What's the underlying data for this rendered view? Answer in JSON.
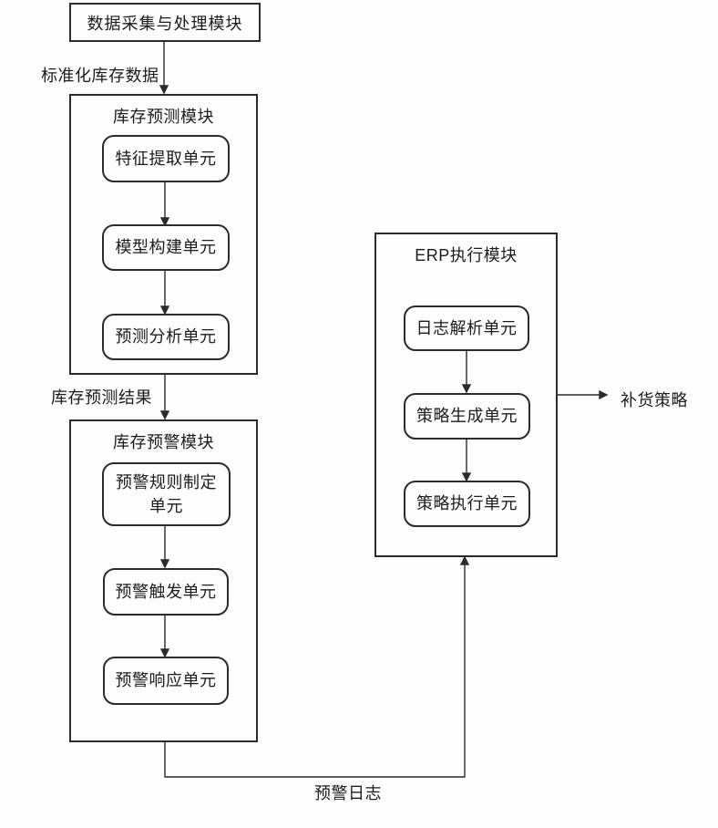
{
  "colors": {
    "background": "#fdfdfd",
    "line": "#2b2b2b",
    "text": "#1c1c1c"
  },
  "nodes": {
    "data_collection": {
      "label": "数据采集与处理模块"
    },
    "prediction": {
      "title": "库存预测模块",
      "units": [
        "特征提取单元",
        "模型构建单元",
        "预测分析单元"
      ]
    },
    "warning": {
      "title": "库存预警模块",
      "units": [
        "预警规则制定单元",
        "预警触发单元",
        "预警响应单元"
      ]
    },
    "erp": {
      "title": "ERP执行模块",
      "units": [
        "日志解析单元",
        "策略生成单元",
        "策略执行单元"
      ]
    }
  },
  "labels": {
    "standardized_inventory_data": "标准化库存数据",
    "inventory_prediction_result": "库存预测结果",
    "replenishment_strategy": "补货策略",
    "warning_log": "预警日志"
  }
}
